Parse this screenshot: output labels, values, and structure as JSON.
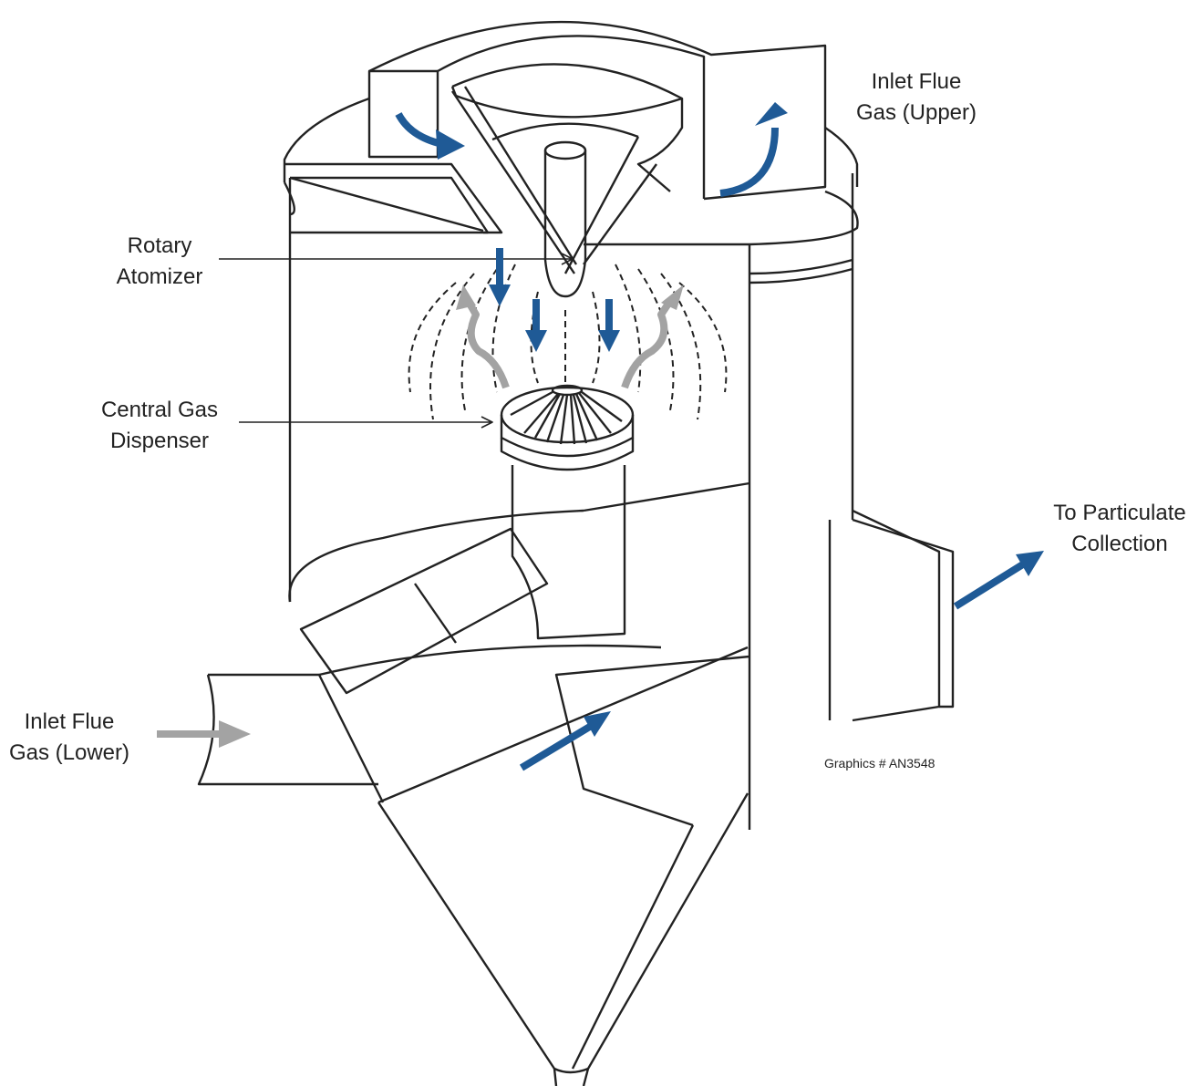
{
  "labels": {
    "inlet_upper": [
      "Inlet Flue",
      "Gas (Upper)"
    ],
    "rotary_atomizer": [
      "Rotary",
      "Atomizer"
    ],
    "central_gas_dispenser": [
      "Central Gas",
      "Dispenser"
    ],
    "particulate": [
      "To Particulate",
      "Collection"
    ],
    "inlet_lower": [
      "Inlet Flue",
      "Gas (Lower)"
    ],
    "graphics_id": "Graphics # AN3548"
  },
  "colors": {
    "line": "#222222",
    "flow_arrow_blue": "#1f5a96",
    "flow_arrow_gray": "#a3a3a3"
  }
}
